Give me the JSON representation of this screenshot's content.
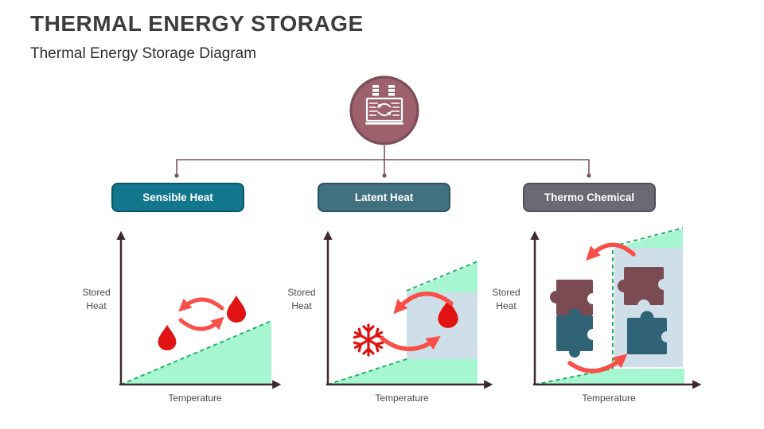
{
  "slide": {
    "title": "THERMAL ENERGY STORAGE",
    "subtitle": "Thermal Energy Storage Diagram"
  },
  "root": {
    "icon": "factory-recycle-icon"
  },
  "branches": [
    {
      "label": "Sensible Heat",
      "fill": "#12768C",
      "border": "#0A5666"
    },
    {
      "label": "Latent Heat",
      "fill": "#41707F",
      "border": "#2C5362"
    },
    {
      "label": "Thermo Chemical",
      "fill": "#6B6A74",
      "border": "#525058"
    }
  ],
  "charts": [
    {
      "name": "sensible-heat-chart",
      "ylabel": "Stored Heat",
      "xlabel": "Temperature",
      "icons": [
        "water-drop-icon",
        "water-drop-icon",
        "cycle-arrows-icon"
      ]
    },
    {
      "name": "latent-heat-chart",
      "ylabel": "Stored Heat",
      "xlabel": "Temperature",
      "icons": [
        "snowflake-icon",
        "water-drop-icon",
        "exchange-arrows-icon"
      ]
    },
    {
      "name": "thermo-chemical-chart",
      "ylabel": "Stored Heat",
      "xlabel": "Temperature",
      "icons": [
        "joined-puzzle-icon",
        "separated-puzzle-icon",
        "exchange-arrows-icon"
      ]
    }
  ],
  "chart_data": [
    {
      "type": "area",
      "name": "sensible-heat",
      "shape": "linear rise of stored heat with temperature",
      "xlabel": "Temperature",
      "ylabel": "Stored Heat"
    },
    {
      "type": "area",
      "name": "latent-heat",
      "shape": "linear rise, vertical phase-change step band, linear rise",
      "xlabel": "Temperature",
      "ylabel": "Stored Heat"
    },
    {
      "type": "area",
      "name": "thermo-chemical",
      "shape": "linear rise, large vertical reaction step band, linear rise",
      "xlabel": "Temperature",
      "ylabel": "Stored Heat"
    }
  ],
  "colors": {
    "title": "#3D3D3D",
    "connector": "#7A545B",
    "circle_fill": "#9C616D",
    "circle_border": "#7C4C57",
    "axis": "#3E2A2C",
    "green_fill": "#A7F6D2",
    "green_dash": "#1CB45F",
    "blue_band": "#CFDFE9",
    "drop_red": "#E01212",
    "arrow_red": "#F85048",
    "puzzle_maroon": "#7B4B53",
    "puzzle_teal": "#2F6375"
  }
}
